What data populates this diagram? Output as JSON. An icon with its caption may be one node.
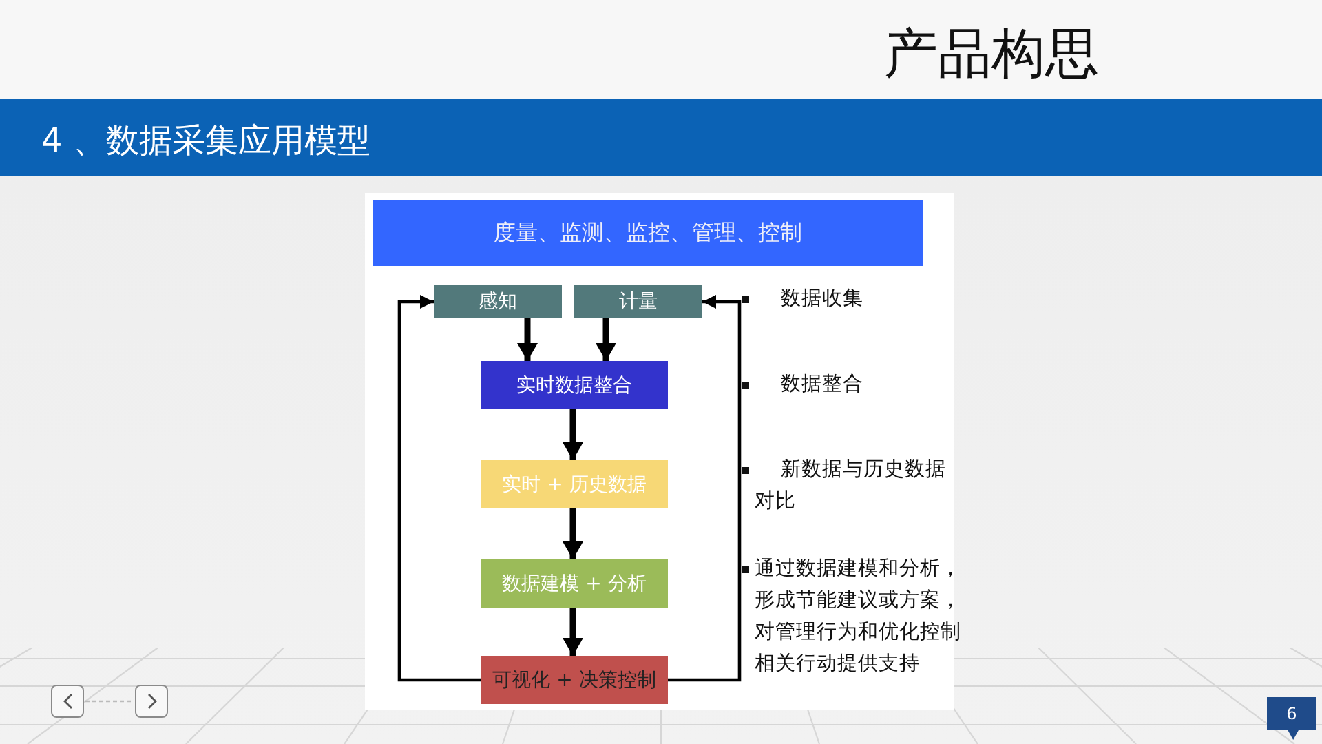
{
  "diagram": {
    "title": "产品构思",
    "nodes": [
      {
        "text": [
          "度量、监测、监控、管理、控制"
        ]
      },
      {
        "text": [
          "感知"
        ]
      },
      {
        "text": [
          "计量"
        ]
      },
      {
        "text": [
          "实时数据整合"
        ]
      },
      {
        "text": [
          "实时 + 历史数据"
        ]
      },
      {
        "text": [
          "数据建模 + 分析"
        ]
      },
      {
        "text": [
          "可视化 + 决策控制"
        ]
      }
    ],
    "edges": [
      {
        "from": 1,
        "to": 3,
        "arrow": "to"
      },
      {
        "from": 2,
        "to": 3,
        "arrow": "to"
      },
      {
        "from": 3,
        "to": 4,
        "arrow": "to"
      },
      {
        "from": 4,
        "to": 5,
        "arrow": "to"
      },
      {
        "from": 5,
        "to": 6,
        "arrow": "to"
      },
      {
        "from": 6,
        "to": 1,
        "arrow": "to"
      },
      {
        "from": 6,
        "to": 2,
        "arrow": "to"
      }
    ],
    "labels": [
      "4 、数据采集应用模型",
      "数据收集",
      "数据整合",
      "新数据与历史数据对比",
      "通过数据建模和分析，形成节能建议或方案，对管理行为和优化控制相关行动提供支持",
      "6"
    ]
  }
}
